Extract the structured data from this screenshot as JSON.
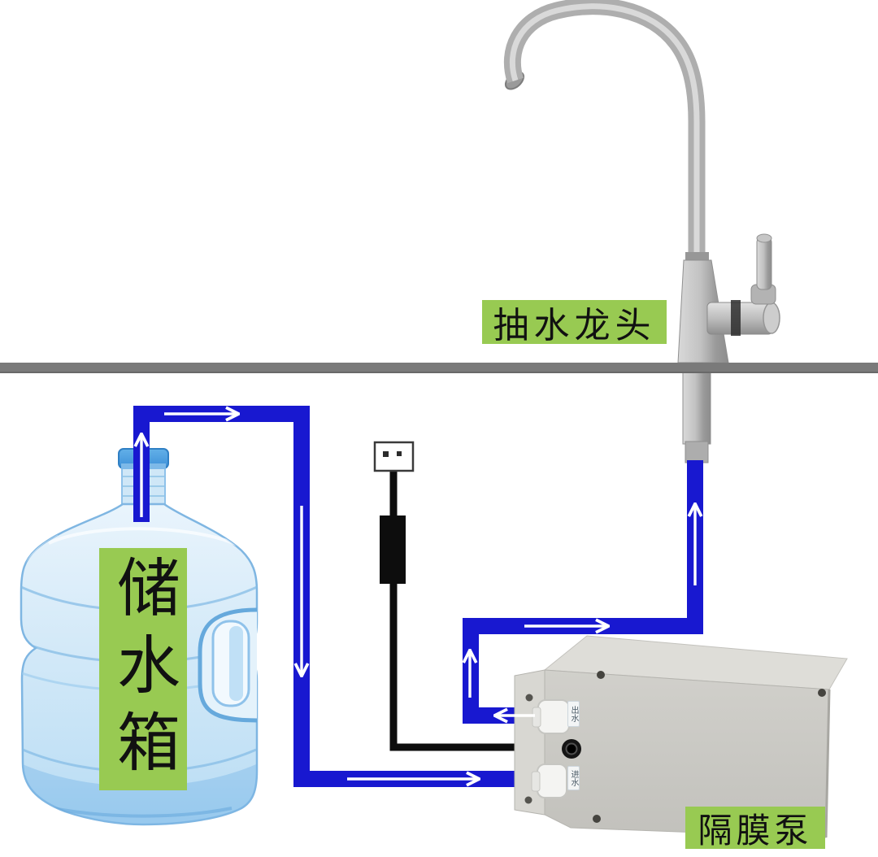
{
  "labels": {
    "faucet": "抽水龙头",
    "tank": "储水箱",
    "pump": "隔膜泵",
    "pump_port_top": "出水",
    "pump_port_bottom": "进水"
  },
  "colors": {
    "tube": "#1818d0",
    "cable": "#0d0d0d",
    "counter": "#7a7a7a",
    "label-bg": "#98ca52",
    "label-text": "#111111",
    "arrow": "#ffffff"
  },
  "flow": {
    "arrow_directions": [
      "up-out-of-tank",
      "right",
      "down",
      "right-into-pump-inlet",
      "left-out-of-pump-outlet",
      "up",
      "right",
      "up-into-faucet"
    ]
  }
}
